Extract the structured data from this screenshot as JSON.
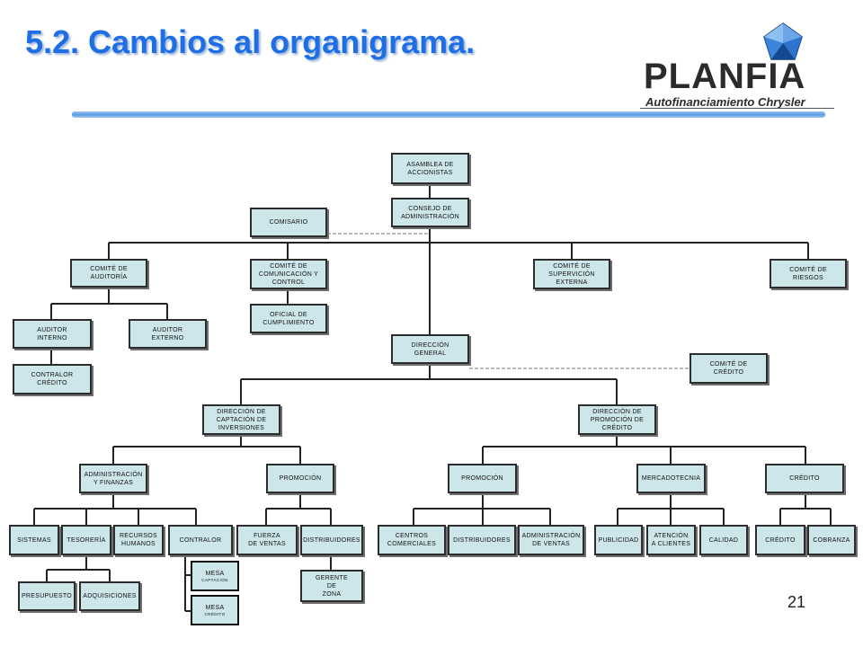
{
  "header": {
    "title": "5.2. Cambios al organigrama.",
    "logo_word": "PLANFIA",
    "logo_subtitle": "Autofinanciamiento Chrysler"
  },
  "org_chart": {
    "asamblea": "ASAMBLEA DE\nACCIONISTAS",
    "consejo": "CONSEJO DE\nADMINISTRACIÓN",
    "comisario": "COMISARIO",
    "comite_auditoria": "COMITÉ DE\nAUDITORÍA",
    "comite_comunicacion": "COMITÉ DE\nCOMUNICACIÓN Y\nCONTROL",
    "comite_supervision": "COMITÉ DE\nSUPERVICIÓN\nEXTERNA",
    "comite_riesgos": "COMITÉ DE\nRIESGOS",
    "auditor_interno": "AUDITOR\nINTERNO",
    "auditor_externo": "AUDITOR\nEXTERNO",
    "oficial_cumplimiento": "OFICIAL DE\nCUMPLIMIENTO",
    "contralor_credito": "CONTRALOR\nCRÉDITO",
    "direccion_general": "DIRECCIÓN\nGENERAL",
    "comite_credito": "COMITÉ DE\nCRÉDITO",
    "dir_captacion": "DIRECCIÓN DE\nCAPTACIÓN DE\nINVERSIONES",
    "dir_promocion": "DIRECCIÓN DE\nPROMOCIÓN DE\nCRÉDITO",
    "admin_finanzas": "ADMINISTRACIÓN\nY FINANZAS",
    "promocion_1": "PROMOCIÓN",
    "promocion_2": "PROMOCIÓN",
    "mercadotecnia": "MERCADOTECNIA",
    "credito_area": "CRÉDITO",
    "sistemas": "SISTEMAS",
    "tesoreria": "TESORERÍA",
    "recursos_humanos": "RECURSOS\nHUMANOS",
    "contralor": "CONTRALOR",
    "fuerza_ventas": "FUERZA\nDE VENTAS",
    "distribuidores_1": "DISTRIBUIDORES",
    "centros_comerciales": "CENTROS\nCOMERCIALES",
    "distribuidores_2": "DISTRIBUIDORES",
    "admin_ventas": "ADMINISTRACIÓN\nDE VENTAS",
    "publicidad": "PUBLICIDAD",
    "atencion_clientes": "ATENCIÓN\nA CLIENTES",
    "calidad": "CALIDAD",
    "credito_unit": "CRÉDITO",
    "cobranza": "COBRANZA",
    "presupuesto": "PRESUPUESTO",
    "adquisiciones": "ADQUISICIONES",
    "gerente_zona": "GERENTE\nDE\nZONA",
    "mesa_captacion": "MESA",
    "mesa_captacion_sub": "CAPTACIÓN",
    "mesa_credito": "MESA",
    "mesa_credito_sub": "CRÉDITO"
  },
  "footer": {
    "page_number": "21"
  },
  "colors": {
    "title": "#1e6fe6",
    "box_fill": "#cce6ea",
    "box_border": "#2d2d2d",
    "rule": "#5b9de6"
  }
}
